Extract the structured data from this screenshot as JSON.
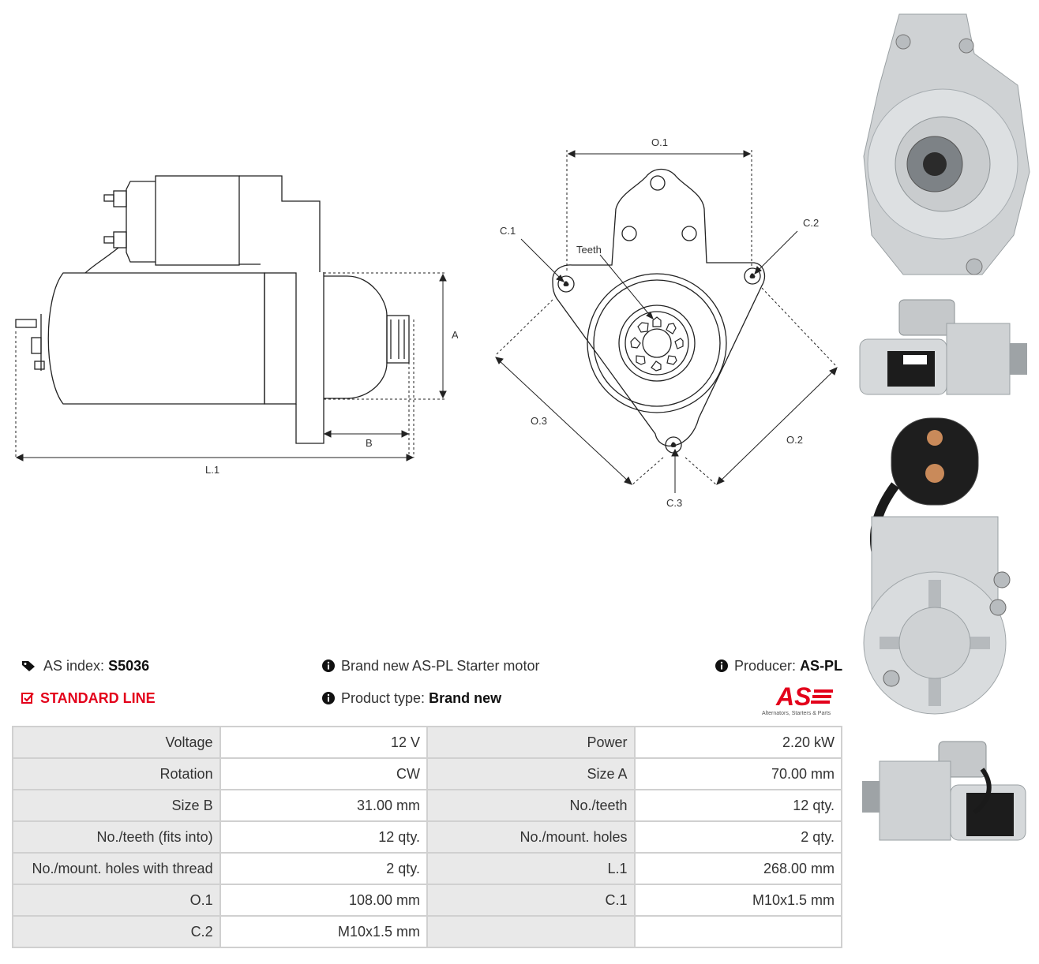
{
  "drawing": {
    "side_labels": {
      "a": "A",
      "b": "B",
      "l1": "L.1"
    },
    "front_labels": {
      "o1": "O.1",
      "o2": "O.2",
      "o3": "O.3",
      "c1": "C.1",
      "c2": "C.2",
      "c3": "C.3",
      "teeth": "Teeth"
    }
  },
  "info": {
    "as_index_label": "AS index:",
    "as_index_value": "S5036",
    "standard_line": "STANDARD LINE",
    "brand_new": "Brand new AS-PL Starter motor",
    "product_type_label": "Product type:",
    "product_type_value": "Brand new",
    "producer_label": "Producer:",
    "producer_value": "AS-PL"
  },
  "logo": {
    "text": "AS",
    "tagline": "Alternators, Starters & Parts"
  },
  "specs": [
    [
      "Voltage",
      "12 V",
      "Power",
      "2.20 kW"
    ],
    [
      "Rotation",
      "CW",
      "Size A",
      "70.00 mm"
    ],
    [
      "Size B",
      "31.00 mm",
      "No./teeth",
      "12 qty."
    ],
    [
      "No./teeth (fits into)",
      "12 qty.",
      "No./mount. holes",
      "2 qty."
    ],
    [
      "No./mount. holes with thread",
      "2 qty.",
      "L.1",
      "268.00 mm"
    ],
    [
      "O.1",
      "108.00 mm",
      "C.1",
      "M10x1.5 mm"
    ],
    [
      "C.2",
      "M10x1.5 mm",
      "",
      ""
    ]
  ],
  "colors": {
    "accent": "#e3001b",
    "label_bg": "#e9e9e9",
    "border": "#d0d0d0"
  }
}
